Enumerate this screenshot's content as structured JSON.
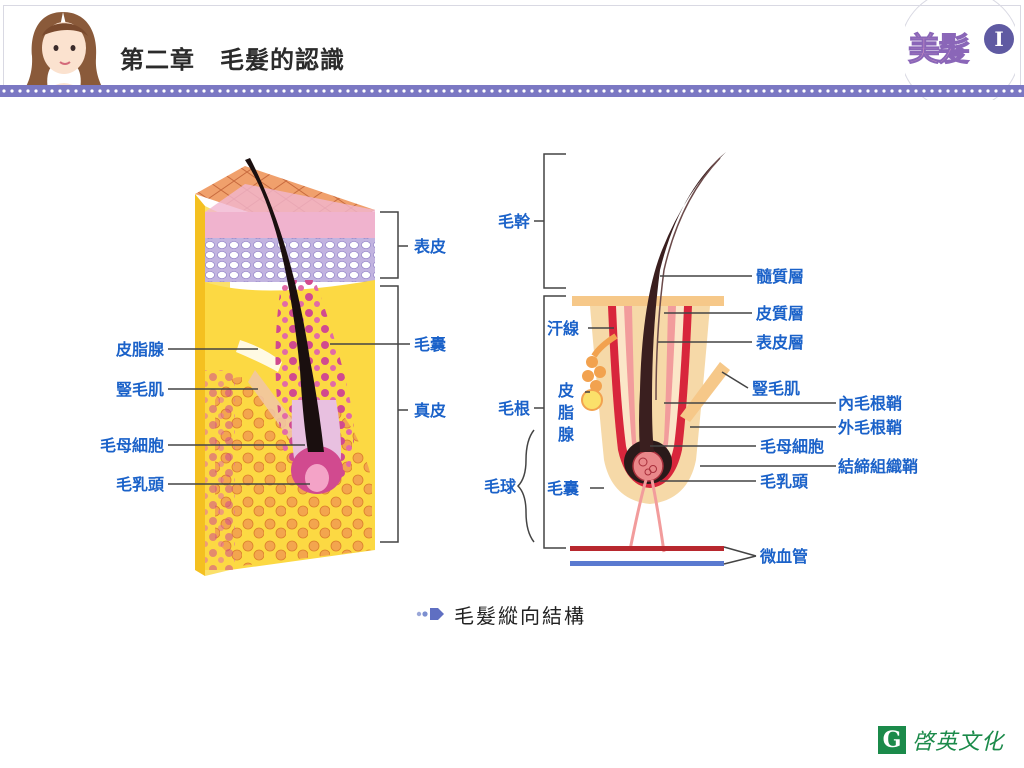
{
  "header": {
    "chapter_title": "第二章　毛髮的認識",
    "brand_word": "美髮",
    "brand_num": "I"
  },
  "left_diagram": {
    "labels": {
      "epidermis": "表皮",
      "follicle": "毛囊",
      "dermis": "真皮",
      "sebaceous_gland": "皮脂腺",
      "arrector_pili": "豎毛肌",
      "matrix_cells": "毛母細胞",
      "papilla": "毛乳頭"
    }
  },
  "right_diagram": {
    "labels": {
      "hair_shaft": "毛幹",
      "hair_root": "毛根",
      "hair_bulb": "毛球",
      "sweat_gland": "汗線",
      "sebaceous_gland_1": "皮",
      "sebaceous_gland_2": "脂",
      "sebaceous_gland_3": "腺",
      "follicle": "毛囊",
      "medulla": "髓質層",
      "cortex": "皮質層",
      "cuticle": "表皮層",
      "arrector_pili": "豎毛肌",
      "inner_root_sheath": "內毛根鞘",
      "outer_root_sheath": "外毛根鞘",
      "matrix_cells": "毛母細胞",
      "connective_sheath": "結締組織鞘",
      "papilla": "毛乳頭",
      "capillaries": "微血管"
    }
  },
  "caption": {
    "text": "毛髮縱向結構"
  },
  "footer": {
    "publisher_logo": "G",
    "publisher_name": "啓英文化"
  },
  "colors": {
    "label_blue": "#1b62c9",
    "skin_orange": "#e8976a",
    "dermis_yellow": "#fcd943",
    "cell_pink": "#d14a8f",
    "hair_dark": "#2a1a1a",
    "sheath_red": "#d8263c",
    "sheath_cream": "#f6d9a8",
    "header_purple": "#7b78c3",
    "publisher_green": "#1b8a4a"
  }
}
